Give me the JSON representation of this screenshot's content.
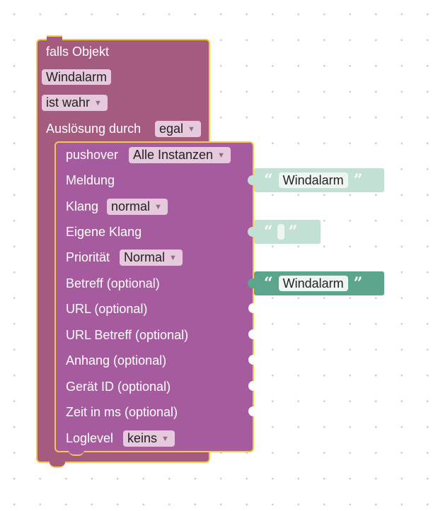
{
  "trigger": {
    "title": "falls Objekt",
    "object_name": "Windalarm",
    "condition": "ist wahr",
    "trigger_label": "Auslösung durch",
    "trigger_value": "egal"
  },
  "pushover": {
    "label": "pushover",
    "instance": "Alle Instanzen",
    "rows": {
      "meldung": "Meldung",
      "klang": "Klang",
      "klang_value": "normal",
      "eigene_klang": "Eigene Klang",
      "prioritaet": "Priorität",
      "prioritaet_value": "Normal",
      "betreff": "Betreff (optional)",
      "url": "URL (optional)",
      "url_betreff": "URL Betreff (optional)",
      "anhang": "Anhang (optional)",
      "geraet_id": "Gerät ID (optional)",
      "zeit": "Zeit in ms (optional)",
      "loglevel": "Loglevel",
      "loglevel_value": "keins"
    }
  },
  "text_blocks": {
    "meldung_text": "Windalarm",
    "eigene_klang_text": "",
    "betreff_text": "Windalarm",
    "open_quote": "“",
    "close_quote": "”"
  },
  "colors": {
    "trigger_block": "#a55b80",
    "pushover_block": "#a55b9e",
    "selection_outline": "#f7c948",
    "text_block": "#c2e0d4",
    "text_block_selected": "#5ba58c"
  }
}
